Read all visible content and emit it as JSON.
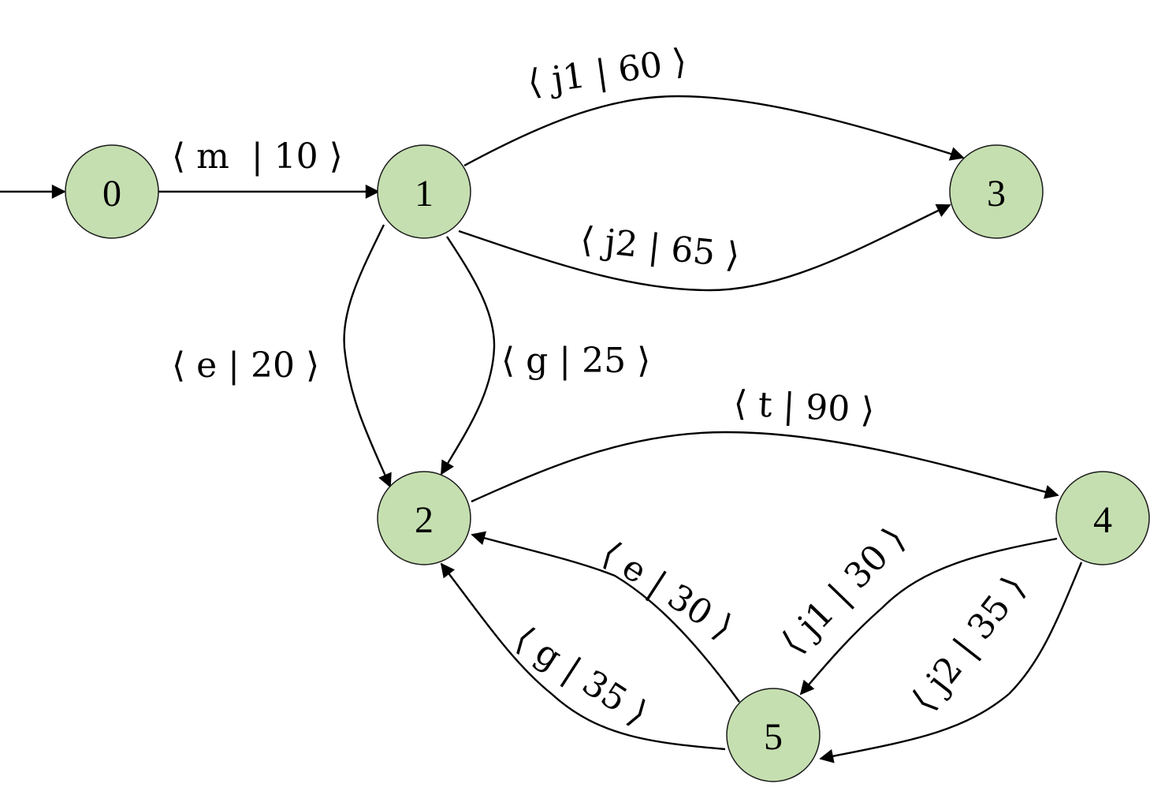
{
  "colors": {
    "state_fill": "#c5dfb0",
    "state_stroke": "#1a1a1a",
    "edge": "#000000"
  },
  "states": [
    {
      "id": "s0",
      "label": "0"
    },
    {
      "id": "s1",
      "label": "1"
    },
    {
      "id": "s2",
      "label": "2"
    },
    {
      "id": "s3",
      "label": "3"
    },
    {
      "id": "s4",
      "label": "4"
    },
    {
      "id": "s5",
      "label": "5"
    }
  ],
  "initial_state": "0",
  "transitions": [
    {
      "id": "t-0-1",
      "from": "0",
      "to": "1",
      "label": "⟨ m  | 10 ⟩"
    },
    {
      "id": "t-1-3-j1",
      "from": "1",
      "to": "3",
      "label": "⟨ j1 | 60 ⟩"
    },
    {
      "id": "t-1-3-j2",
      "from": "1",
      "to": "3",
      "label": "⟨ j2 | 65 ⟩"
    },
    {
      "id": "t-1-2-e",
      "from": "1",
      "to": "2",
      "label": "⟨ e | 20 ⟩"
    },
    {
      "id": "t-1-2-g",
      "from": "1",
      "to": "2",
      "label": "⟨ g | 25 ⟩"
    },
    {
      "id": "t-2-4-t",
      "from": "2",
      "to": "4",
      "label": "⟨ t | 90 ⟩"
    },
    {
      "id": "t-5-2-e",
      "from": "5",
      "to": "2",
      "label": "⟨ e | 30 ⟩"
    },
    {
      "id": "t-5-2-g",
      "from": "5",
      "to": "2",
      "label": "⟨ g | 35 ⟩"
    },
    {
      "id": "t-4-5-j1",
      "from": "4",
      "to": "5",
      "label": "⟨ j1 | 30 ⟩"
    },
    {
      "id": "t-4-5-j2",
      "from": "4",
      "to": "5",
      "label": "⟨ j2 | 35 ⟩"
    }
  ]
}
